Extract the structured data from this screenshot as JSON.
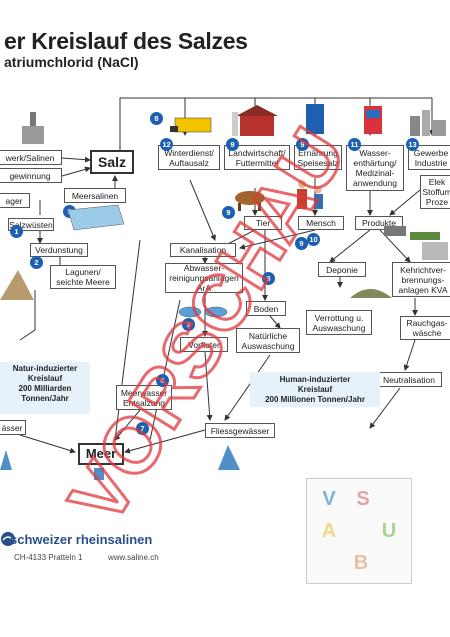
{
  "header": {
    "title": "er Kreislauf des Salzes",
    "subtitle": "atriumchlorid (NaCl)"
  },
  "boxes": {
    "werk_salinen": "werk/Salinen",
    "gewinnung": "gewinnung",
    "salz": "Salz",
    "meersalinen": "Meersalinen",
    "lager": "ager",
    "salzwuesten": "Salzwüsten",
    "verdunstung": "Verdunstung",
    "lagunen": "Lagunen/\nseichte Meere",
    "winterdienst": "Winterdienst/\nAuftausalz",
    "landwirtschaft": "Landwirtschaft/\nFuttermittel",
    "ernaehrung": "Ernährung\nSpeisesalz",
    "wasserenthaertung": "Wasser-\nenthärtung/\nMedizinal-\nanwendung",
    "gewerbe": "Gewerbe\nIndustrie",
    "elektro": "Elek\nStoffum\nProze",
    "tier": "Tier",
    "mensch": "Mensch",
    "produkte": "Produkte",
    "kanalisation": "Kanalisation",
    "abwasser": "Abwasser-\nreinigungsanlagen\nArA",
    "deponie": "Deponie",
    "kehricht": "Kehrichtver-\nbrennungs-\nanlagen KVA",
    "boden": "Boden",
    "verrottung": "Verrottung u.\nAuswaschung",
    "rauchgas": "Rauchgas-\nwäsche",
    "vorfluter": "Vorfluter",
    "natuerliche": "Natürliche\nAuswaschung",
    "neutralisation": "Neutralisation",
    "meerwasser": "Meerwasser\nEntsalzung",
    "fliessgewaesser": "Fliessgewässer",
    "waesser": "ässer",
    "meer": "Meer"
  },
  "cycles": {
    "natur": "Natur-induzierter\nKreislauf\n200 Milliarden\nTonnen/Jahr",
    "human": "Human-induzierter\nKreislauf\n200 Millionen Tonnen/Jahr"
  },
  "numbers": [
    "8",
    "12",
    "9",
    "9",
    "11",
    "13",
    "5",
    "1",
    "2",
    "9",
    "9",
    "10",
    "3",
    "6",
    "7",
    "3"
  ],
  "watermark": "VORSCHAU",
  "footer": {
    "brand": "schweizer rheinsalinen",
    "address": "CH-4133 Pratteln 1",
    "url": "www.saline.ch"
  },
  "logo": {
    "letters": [
      "V",
      "S",
      "A",
      "U",
      "B"
    ]
  },
  "colors": {
    "watermark": "#e0383e",
    "badge": "#1d5fb0",
    "cycle_bg": "#e6f1fa",
    "brand": "#2a4e8c"
  }
}
